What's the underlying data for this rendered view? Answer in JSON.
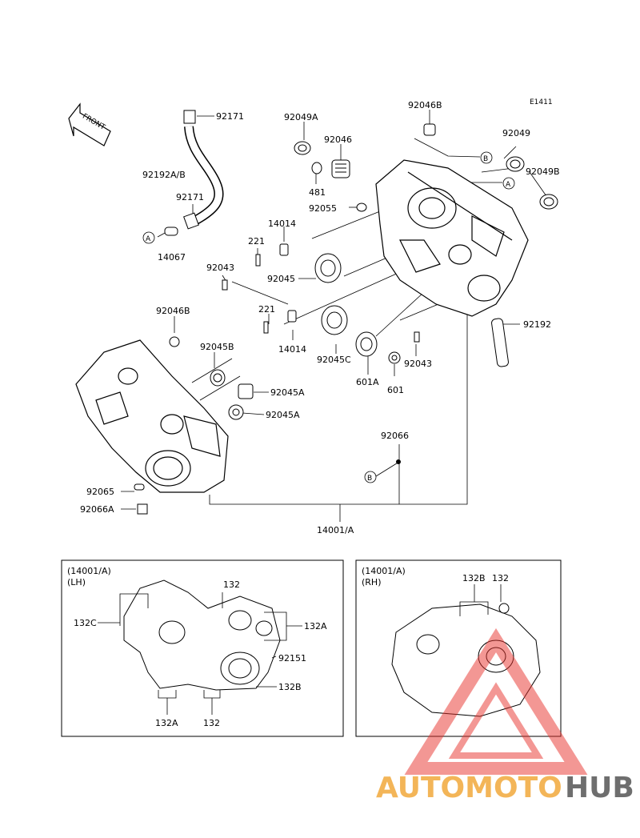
{
  "diagram": {
    "ref_code": "E1411",
    "front_label": "FRONT",
    "labels": {
      "p92171_top": "92171",
      "p92192ab": "92192A/B",
      "p92171_mid": "92171",
      "p14067": "14067",
      "p92049a": "92049A",
      "p92046": "92046",
      "p481": "481",
      "p92055": "92055",
      "p92046b_top": "92046B",
      "p92049": "92049",
      "p92049b": "92049B",
      "p14014_top": "14014",
      "p221_top": "221",
      "p92043_left": "92043",
      "p92045": "92045",
      "p221_bot": "221",
      "p14014_bot": "14014",
      "p92045c": "92045C",
      "p601a": "601A",
      "p601": "601",
      "p92043_right": "92043",
      "p92192": "92192",
      "p92046b_left": "92046B",
      "p92045b": "92045B",
      "p92045a_1": "92045A",
      "p92045a_2": "92045A",
      "p92066": "92066",
      "p92065": "92065",
      "p92066a": "92066A",
      "p14001a": "14001/A"
    },
    "callouts": {
      "a": "A",
      "b": "B"
    },
    "box_lh": {
      "title": "(14001/A)",
      "side": "(LH)",
      "labels": {
        "c132c": "132C",
        "c132": "132",
        "c132a": "132A",
        "c92151": "92151",
        "c132b": "132B",
        "c132a_bot": "132A",
        "c132_bot": "132"
      }
    },
    "box_rh": {
      "title": "(14001/A)",
      "side": "(RH)",
      "labels": {
        "c132b": "132B",
        "c132": "132"
      }
    }
  },
  "watermark": {
    "part1": "AUTOMOTO",
    "part2": "HUB"
  }
}
